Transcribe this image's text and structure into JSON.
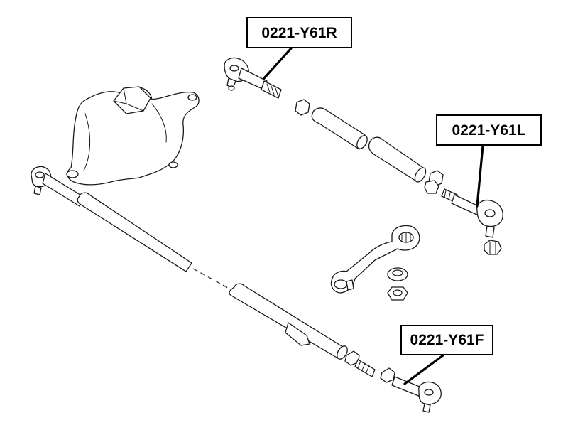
{
  "callouts": {
    "right_tie_rod_end": "0221-Y61R",
    "left_tie_rod_end": "0221-Y61L",
    "front_tie_rod_end": "0221-Y61F"
  },
  "colors": {
    "ink": "#1a1a1a",
    "background": "#ffffff"
  }
}
